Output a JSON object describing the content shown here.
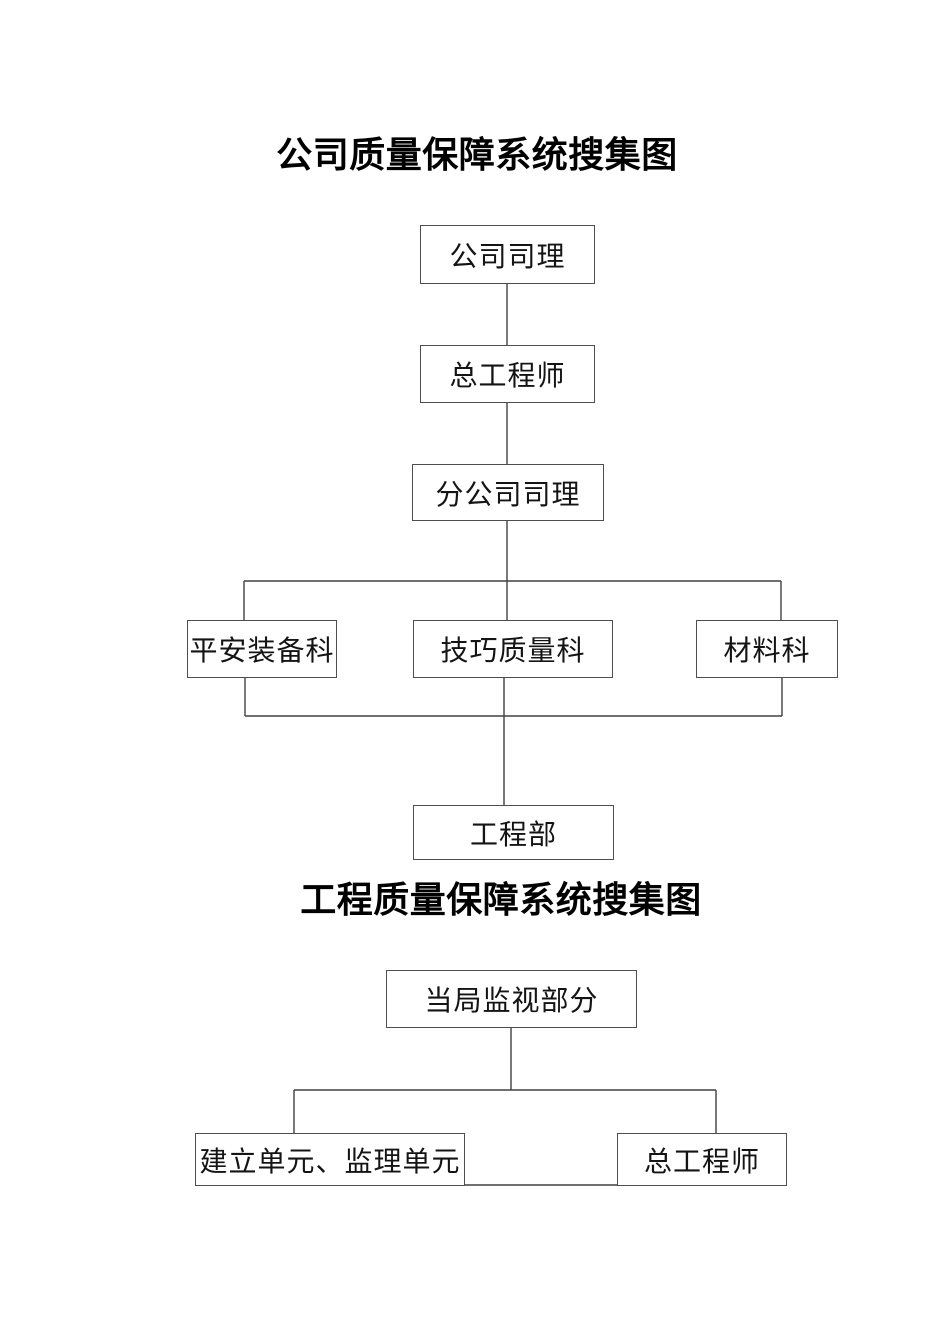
{
  "document": {
    "background_color": "#ffffff",
    "line_color": "#404040",
    "box_border_color": "#4e4e4e",
    "text_color": "#141414"
  },
  "charts": [
    {
      "title": "公司质量保障系统搜集图",
      "nodes": [
        {
          "label": "公司司理"
        },
        {
          "label": "总工程师"
        },
        {
          "label": "分公司司理"
        },
        {
          "label": "平安装备科"
        },
        {
          "label": "技巧质量科"
        },
        {
          "label": "材料科"
        },
        {
          "label": "工程部"
        }
      ],
      "hierarchy": [
        "公司司理 → 总工程师",
        "总工程师 → 分公司司理",
        "分公司司理 → 平安装备科 / 技巧质量科 / 材料科",
        "平安装备科 / 技巧质量科 / 材料科 → 工程部"
      ]
    },
    {
      "title": "工程质量保障系统搜集图",
      "nodes": [
        {
          "label": "当局监视部分"
        },
        {
          "label": "建立单元、监理单元"
        },
        {
          "label": "总工程师"
        }
      ],
      "hierarchy": [
        "当局监视部分 → 建立单元、监理单元 / 总工程师",
        "建立单元、监理单元 — 总工程师 (连接线)"
      ]
    }
  ]
}
